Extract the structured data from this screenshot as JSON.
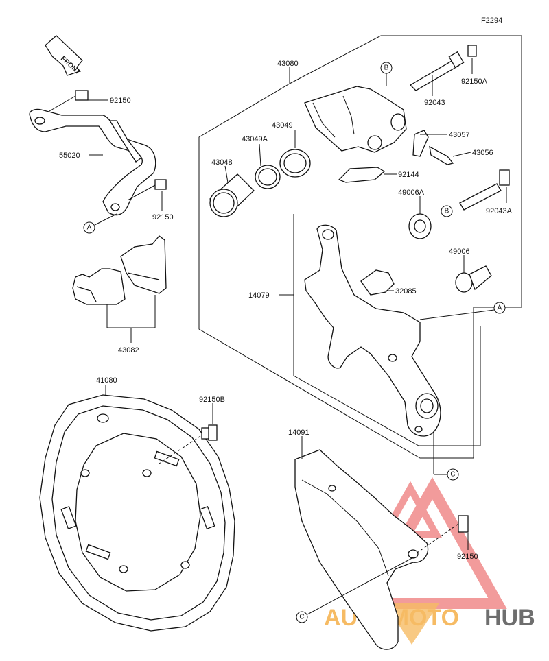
{
  "figure_code": "F2294",
  "front_marker": "FRONT",
  "labels": {
    "p43080": "43080",
    "p92150_top": "92150",
    "p92150A": "92150A",
    "p92043": "92043",
    "p55020": "55020",
    "p43049": "43049",
    "p43049A": "43049A",
    "p43048": "43048",
    "p43057": "43057",
    "p43056": "43056",
    "p92144": "92144",
    "p92150_mid": "92150",
    "p49006A": "49006A",
    "p92043A": "92043A",
    "p49006": "49006",
    "p14079": "14079",
    "p32085": "32085",
    "p43082": "43082",
    "p41080": "41080",
    "p92150B": "92150B",
    "p14091": "14091",
    "p92150_bot": "92150"
  },
  "ref_markers": {
    "A1": "A",
    "A2": "A",
    "B1": "B",
    "B2": "B",
    "C1": "C",
    "C2": "C"
  },
  "watermark": {
    "brand_part1": "AUTOMOTO",
    "brand_part2": "HUB",
    "color_primary": "#f08a8a",
    "color_accent": "#f5b04a",
    "color_dark": "#555555"
  }
}
